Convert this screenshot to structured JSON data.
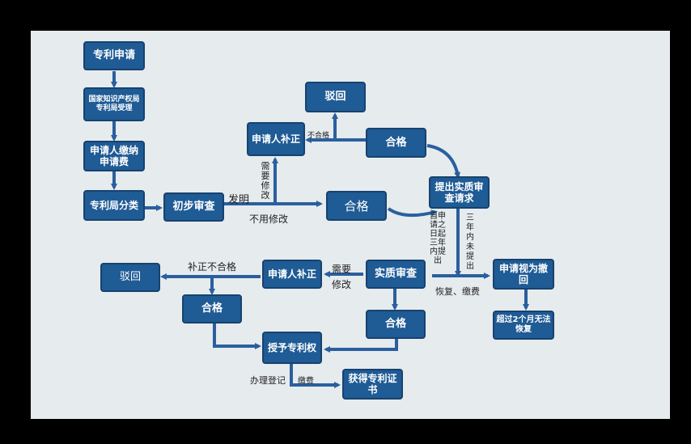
{
  "nodes": {
    "patent_apply": "专利申请",
    "cnipa_accept": "国家知识产权局专利局受理",
    "pay_fee": "申请人缴纳申请费",
    "classify": "专利局分类",
    "prelim_exam": "初步审查",
    "reject_top": "驳回",
    "applicant_fix_top": "申请人补正",
    "pass_top": "合格",
    "pass_prelim": "合格",
    "request_subst": "提出实质审查请求",
    "deemed_withdrawn": "申请视为撤回",
    "overdue": "超过2个月无法恢复",
    "subst_exam": "实质审查",
    "applicant_fix_bottom": "申请人补正",
    "reject_bottom": "驳回",
    "pass_left": "合格",
    "pass_subst": "合格",
    "grant": "授予专利权",
    "certificate": "获得专利证书"
  },
  "labels": {
    "invention": "发明",
    "no_modify": "不用修改",
    "need_modify_v": "需要修改",
    "unqualified_top": "不合格",
    "within_3y": "自申请之日起三年内提出",
    "not_within_3y": "三年内未提出",
    "restore_pay": "恢复、缴费",
    "fix_unqualified": "补正不合格",
    "need_modify_bottom_1": "需要",
    "need_modify_bottom_2": "修改",
    "register": "办理登记",
    "pay": "缴费"
  },
  "colors": {
    "box_fill": "#1f5b95",
    "arrow": "#2a5f9e",
    "screen_bg": "#e6ebee"
  }
}
